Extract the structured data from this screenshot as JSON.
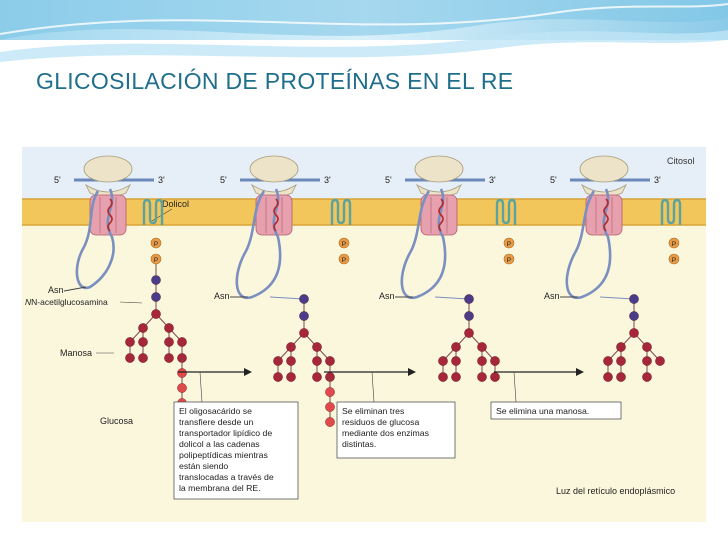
{
  "slide": {
    "title": "GLICOSILACIÓN DE PROTEÍNAS EN EL RE"
  },
  "figure": {
    "cytosol_label": "Citosol",
    "lumen_label": "Luz del retículo endoplásmico",
    "dolichol_label": "Dolicol",
    "asn_label": "Asn",
    "five_prime": "5'",
    "three_prime": "3'",
    "phosphate_label": "P",
    "sugar_labels": {
      "glcnac": "N-acetilglucosamina",
      "mannose": "Manosa",
      "glucose": "Glucosa"
    },
    "steps": [
      {
        "lines": [
          "El oligosacárido se",
          "transfiere desde un",
          "transportador lipídico de",
          "dolicol a las cadenas",
          "polipeptídicas mientras",
          "están siendo",
          "translocadas a través de",
          "la membrana del RE."
        ]
      },
      {
        "lines": [
          "Se eliminan tres",
          "residuos de glucosa",
          "mediante dos enzimas",
          "distintas."
        ]
      },
      {
        "lines": [
          "Se elimina una manosa."
        ]
      }
    ],
    "colors": {
      "membrane": "#f2c65b",
      "membrane_edge": "#d9a437",
      "cytosol_bg": "#e6eef7",
      "lumen_bg": "#fbf7dc",
      "translocon": "#e7a0ae",
      "glcnac": "#4b3c8a",
      "mannose": "#a6263a",
      "glucose": "#e04a4a",
      "ribosome": "#ece3c9",
      "title": "#1f6e8c"
    }
  }
}
